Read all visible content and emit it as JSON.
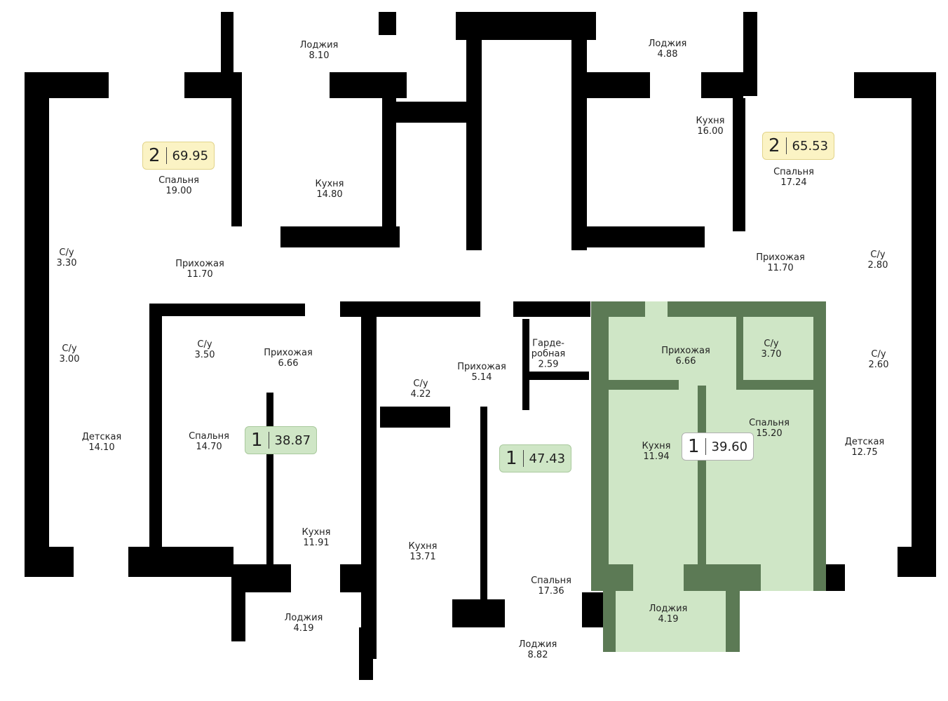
{
  "rooms": [
    {
      "name": "Лоджия",
      "area": "8.10"
    },
    {
      "name": "Лоджия",
      "area": "4.88"
    },
    {
      "name": "Кухня",
      "area": "16.00"
    },
    {
      "name": "Спальня",
      "area": "19.00"
    },
    {
      "name": "Кухня",
      "area": "14.80"
    },
    {
      "name": "Спальня",
      "area": "17.24"
    },
    {
      "name": "С/у",
      "area": "3.30"
    },
    {
      "name": "Прихожая",
      "area": "11.70"
    },
    {
      "name": "Прихожая",
      "area": "11.70"
    },
    {
      "name": "С/у",
      "area": "2.80"
    },
    {
      "name": "С/у",
      "area": "3.00"
    },
    {
      "name": "С/у",
      "area": "3.50"
    },
    {
      "name": "Прихожая",
      "area": "6.66"
    },
    {
      "name": "С/у",
      "area": "4.22"
    },
    {
      "name": "Прихожая",
      "area": "5.14"
    },
    {
      "name": "Гарде-",
      "name2": "робная",
      "area": "2.59"
    },
    {
      "name": "Прихожая",
      "area": "6.66"
    },
    {
      "name": "С/у",
      "area": "3.70"
    },
    {
      "name": "С/у",
      "area": "2.60"
    },
    {
      "name": "Детская",
      "area": "14.10"
    },
    {
      "name": "Спальня",
      "area": "14.70"
    },
    {
      "name": "Спальня",
      "area": "15.20"
    },
    {
      "name": "Кухня",
      "area": "11.94"
    },
    {
      "name": "Детская",
      "area": "12.75"
    },
    {
      "name": "Кухня",
      "area": "11.91"
    },
    {
      "name": "Кухня",
      "area": "13.71"
    },
    {
      "name": "Спальня",
      "area": "17.36"
    },
    {
      "name": "Лоджия",
      "area": "4.19"
    },
    {
      "name": "Лоджия",
      "area": "4.19"
    },
    {
      "name": "Лоджия",
      "area": "8.82"
    }
  ],
  "apartments": [
    {
      "rooms": "2",
      "area": "69.95",
      "color": "#fbf3c4"
    },
    {
      "rooms": "2",
      "area": "65.53",
      "color": "#fbf3c4"
    },
    {
      "rooms": "1",
      "area": "38.87",
      "color": "#cfe6c6"
    },
    {
      "rooms": "1",
      "area": "47.43",
      "color": "#cfe6c6"
    },
    {
      "rooms": "1",
      "area": "39.60",
      "color": "#ffffff"
    }
  ],
  "colors": {
    "wall": "#000000",
    "highlight_fill": "#cfe6c6",
    "highlight_wall": "#5c7a55"
  }
}
